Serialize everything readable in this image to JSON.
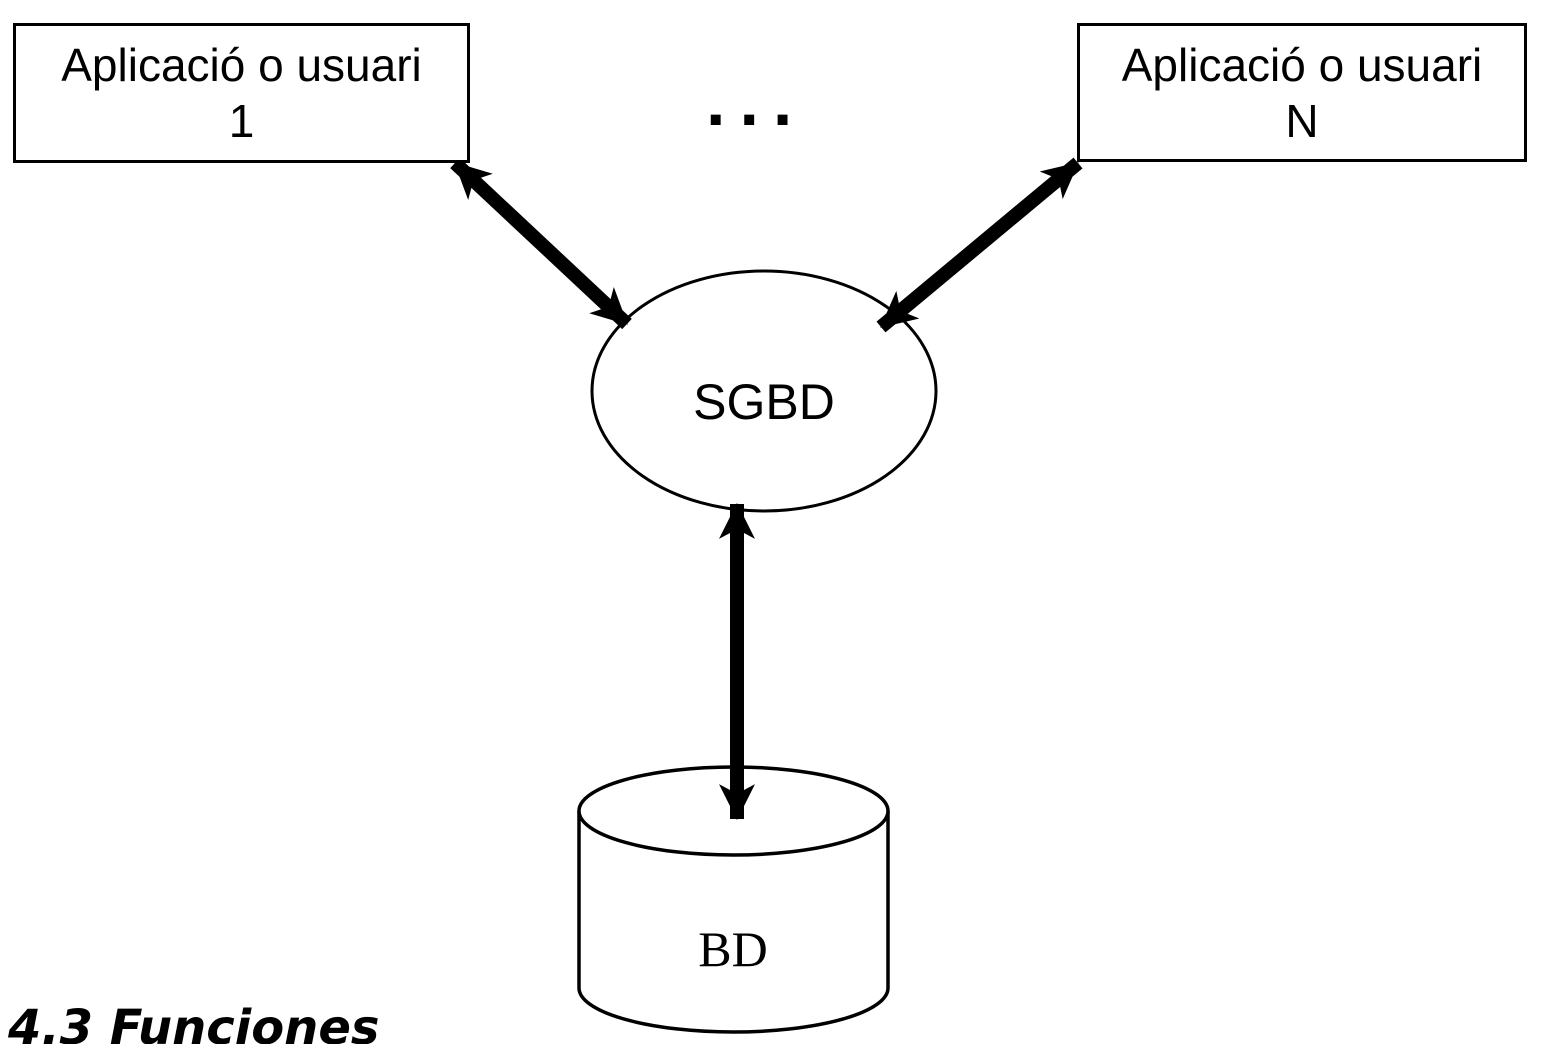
{
  "diagram": {
    "box_app_1": {
      "line1": "Aplicació o usuari",
      "line2": "1"
    },
    "box_app_n": {
      "line1": "Aplicació o usuari",
      "line2": "N"
    },
    "ellipsis": "...",
    "sgbd": {
      "label": "SGBD"
    },
    "bd": {
      "label": "BD"
    },
    "colors": {
      "ink": "#000000",
      "background": "#ffffff"
    }
  },
  "heading": {
    "text": "4.3 Funciones"
  }
}
